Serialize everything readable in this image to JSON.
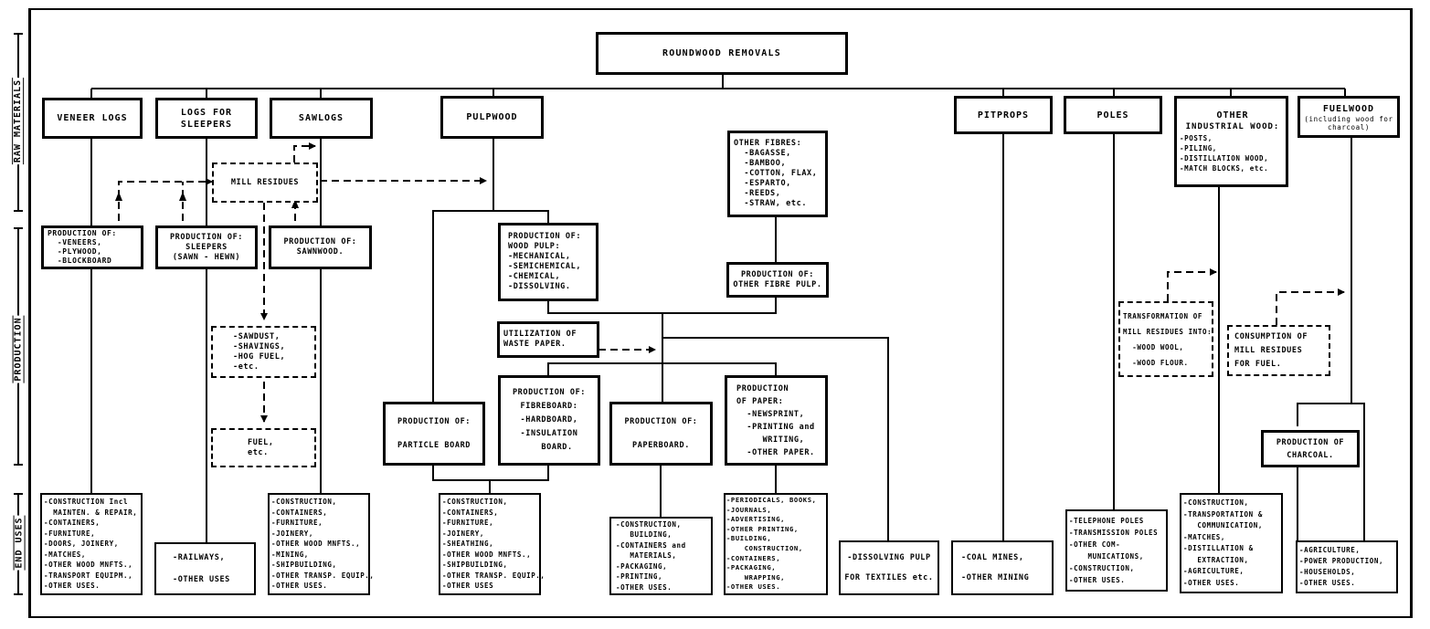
{
  "root": {
    "label": "ROUNDWOOD REMOVALS"
  },
  "stages": {
    "raw_materials": "RAW MATERIALS",
    "production": "PRODUCTION",
    "end_uses": "END USES"
  },
  "raw_materials": [
    {
      "id": "veneer-logs",
      "lines": [
        "VENEER LOGS"
      ]
    },
    {
      "id": "logs-for-sleepers",
      "lines": [
        "LOGS FOR",
        "SLEEPERS"
      ]
    },
    {
      "id": "sawlogs",
      "lines": [
        "SAWLOGS"
      ]
    },
    {
      "id": "pulpwood",
      "lines": [
        "PULPWOOD"
      ]
    },
    {
      "id": "pitprops",
      "lines": [
        "PITPROPS"
      ]
    },
    {
      "id": "poles",
      "lines": [
        "POLES"
      ]
    },
    {
      "id": "other-industrial-wood",
      "lines": [
        "OTHER",
        "INDUSTRIAL WOOD:",
        "-POSTS,",
        "-PILING,",
        "-DISTILLATION WOOD,",
        "-MATCH BLOCKS, etc."
      ]
    },
    {
      "id": "fuelwood",
      "lines": [
        "FUELWOOD",
        "(including wood for",
        "charcoal)"
      ]
    }
  ],
  "other_fibres": {
    "lines": [
      "OTHER FIBRES:",
      "  -BAGASSE,",
      "  -BAMBOO,",
      "  -COTTON, FLAX,",
      "  -ESPARTO,",
      "  -REEDS,",
      "  -STRAW, etc."
    ]
  },
  "mill_residues": {
    "label": "MILL RESIDUES"
  },
  "production": {
    "veneers": [
      "PRODUCTION OF:",
      "  -VENEERS,",
      "  -PLYWOOD,",
      "  -BLOCKBOARD"
    ],
    "sleepers": [
      "PRODUCTION OF:",
      "SLEEPERS",
      "(SAWN - HEWN)"
    ],
    "sawnwood": [
      "PRODUCTION OF:",
      "SAWNWOOD."
    ],
    "wood_pulp": [
      "PRODUCTION OF:",
      "WOOD PULP:",
      "-MECHANICAL,",
      "-SEMICHEMICAL,",
      "-CHEMICAL,",
      "-DISSOLVING."
    ],
    "other_fibre_pulp": [
      "PRODUCTION OF:",
      "OTHER FIBRE PULP."
    ],
    "sawdust": [
      "-SAWDUST,",
      "-SHAVINGS,",
      "-HOG FUEL,",
      "-etc."
    ],
    "fuel": [
      "FUEL,",
      "etc."
    ],
    "waste_paper": [
      "UTILIZATION OF",
      "WASTE PAPER."
    ],
    "particle_board": [
      "PRODUCTION OF:",
      "",
      "PARTICLE BOARD"
    ],
    "fibreboard": [
      "PRODUCTION OF:",
      "FIBREBOARD:",
      "-HARDBOARD,",
      "-INSULATION",
      "   BOARD."
    ],
    "paperboard": [
      "PRODUCTION OF:",
      "",
      "PAPERBOARD."
    ],
    "paper": [
      "PRODUCTION",
      "OF PAPER:",
      "  -NEWSPRINT,",
      "  -PRINTING and",
      "     WRITING,",
      "  -OTHER PAPER."
    ],
    "transformation": [
      "TRANSFORMATION OF",
      "MILL RESIDUES INTO:",
      "  -WOOD WOOL,",
      "  -WOOD FLOUR."
    ],
    "consumption": [
      "CONSUMPTION OF",
      "MILL RESIDUES",
      "FOR FUEL."
    ],
    "charcoal": [
      "PRODUCTION OF",
      "CHARCOAL."
    ]
  },
  "end_uses": {
    "veneers": [
      "-CONSTRUCTION Incl",
      "  MAINTEN. & REPAIR,",
      "-CONTAINERS,",
      "-FURNITURE,",
      "-DOORS, JOINERY,",
      "-MATCHES,",
      "-OTHER WOOD MNFTS.,",
      "-TRANSPORT EQUIPM.,",
      "-OTHER USES."
    ],
    "sleepers": [
      "-RAILWAYS,",
      "",
      "-OTHER USES"
    ],
    "sawnwood": [
      "-CONSTRUCTION,",
      "-CONTAINERS,",
      "-FURNITURE,",
      "-JOINERY,",
      "-OTHER WOOD MNFTS.,",
      "-MINING,",
      "-SHIPBUILDING,",
      "-OTHER TRANSP. EQUIP.,",
      "-OTHER USES."
    ],
    "boards": [
      "-CONSTRUCTION,",
      "-CONTAINERS,",
      "-FURNITURE,",
      "-JOINERY,",
      "-SHEATHING,",
      "-OTHER WOOD MNFTS.,",
      "-SHIPBUILDING,",
      "-OTHER TRANSP. EQUIP.,",
      "-OTHER USES"
    ],
    "paperboard": [
      "-CONSTRUCTION,",
      "   BUILDING,",
      "-CONTAINERS and",
      "   MATERIALS,",
      "-PACKAGING,",
      "-PRINTING,",
      "-OTHER USES."
    ],
    "paper": [
      "-PERIODICALS, BOOKS,",
      "-JOURNALS,",
      "-ADVERTISING,",
      "-OTHER PRINTING,",
      "-BUILDING,",
      "    CONSTRUCTION,",
      "-CONTAINERS,",
      "-PACKAGING,",
      "    WRAPPING,",
      "-OTHER USES."
    ],
    "dissolving": [
      "-DISSOLVING PULP",
      "",
      "FOR TEXTILES etc."
    ],
    "pitprops": [
      "-COAL MINES,",
      "",
      "-OTHER MINING"
    ],
    "poles": [
      "-TELEPHONE POLES",
      "-TRANSMISSION POLES",
      "-OTHER COM-",
      "    MUNICATIONS,",
      "-CONSTRUCTION,",
      "-OTHER USES."
    ],
    "other_industrial": [
      "-CONSTRUCTION,",
      "-TRANSPORTATION &",
      "   COMMUNICATION,",
      "-MATCHES,",
      "-DISTILLATION &",
      "   EXTRACTION,",
      "-AGRICULTURE,",
      "-OTHER USES."
    ],
    "fuelwood": [
      "-AGRICULTURE,",
      "-POWER PRODUCTION,",
      "-HOUSEHOLDS,",
      "-OTHER USES."
    ]
  }
}
